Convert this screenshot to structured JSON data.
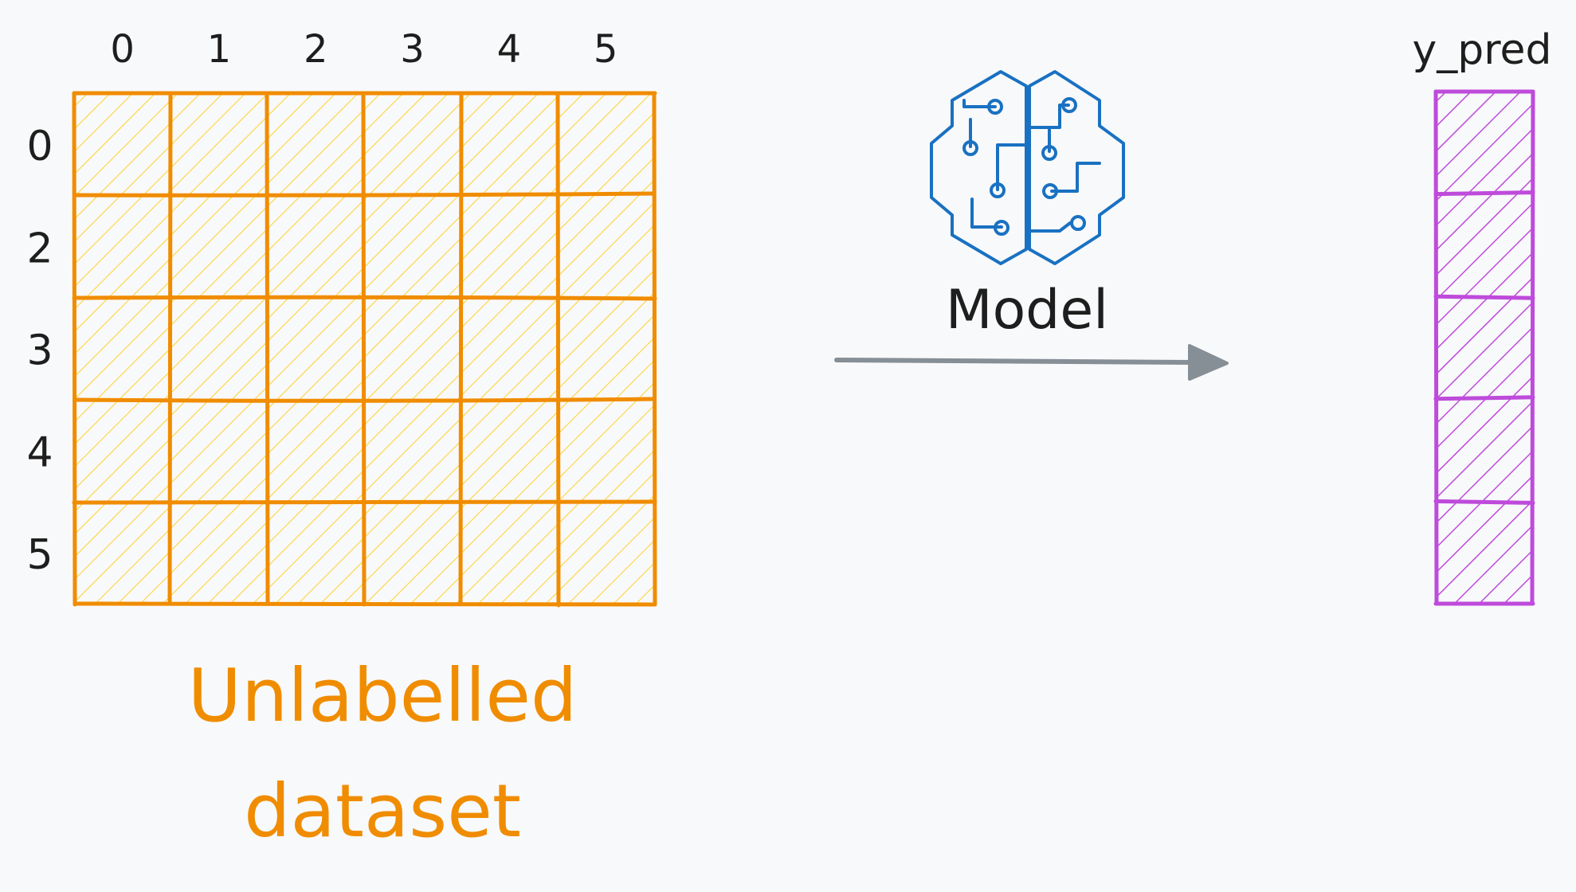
{
  "dataset": {
    "column_indices": [
      "0",
      "1",
      "2",
      "3",
      "4",
      "5"
    ],
    "row_indices": [
      "0",
      "2",
      "3",
      "4",
      "5"
    ],
    "label_line1": "Unlabelled",
    "label_line2": "dataset",
    "color_stroke": "#f08c00",
    "color_hatch": "#ffd43b"
  },
  "model": {
    "label": "Model",
    "icon": "brain-circuit-icon",
    "color": "#1971c2"
  },
  "arrow": {
    "icon": "arrow-right-icon",
    "color": "#868e96"
  },
  "prediction": {
    "label": "y_pred",
    "cells": 5,
    "color": "#be4bdb"
  },
  "text_color": "#1e1e1e"
}
